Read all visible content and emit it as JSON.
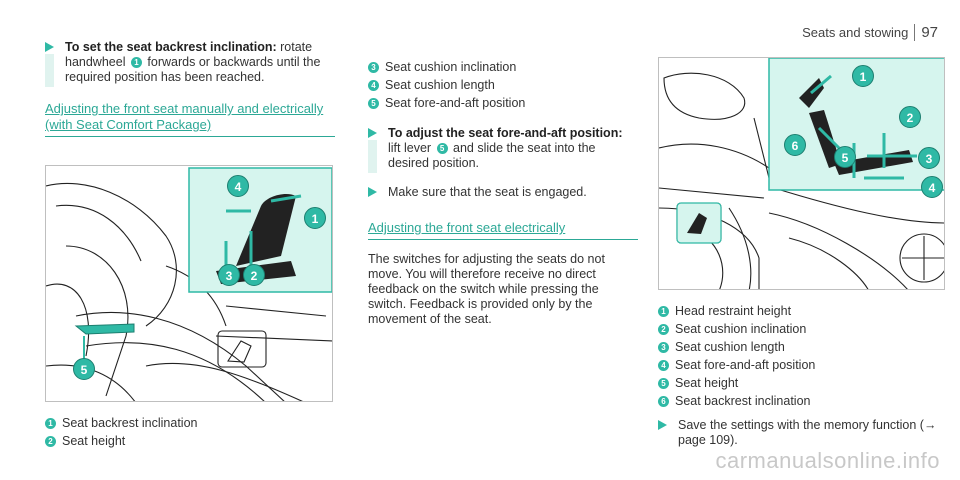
{
  "header": {
    "section": "Seats and stowing",
    "page": "97"
  },
  "col1": {
    "step1": {
      "bold": "To set the seat backrest inclination:",
      "pre": " rotate handwheel ",
      "ref": "1",
      "post": " forwards or backwards until the required position has been reached."
    },
    "subhead": [
      "Adjusting the front seat manually and electrically",
      "(with Seat Comfort Package)"
    ],
    "legend": [
      {
        "num": "1",
        "label": "Seat backrest inclination"
      },
      {
        "num": "2",
        "label": "Seat height"
      }
    ],
    "figure": {
      "callouts": [
        "4",
        "1",
        "3",
        "2",
        "5"
      ]
    }
  },
  "col2": {
    "legend": [
      {
        "num": "3",
        "label": "Seat cushion inclination"
      },
      {
        "num": "4",
        "label": "Seat cushion length"
      },
      {
        "num": "5",
        "label": "Seat fore-and-aft position"
      }
    ],
    "step1": {
      "bold": "To adjust the seat fore-and-aft position:",
      "pre": " lift lever ",
      "ref": "5",
      "post": " and slide the seat into the desired position."
    },
    "step2": {
      "text": "Make sure that the seat is engaged."
    },
    "subhead": "Adjusting the front seat electrically",
    "para": "The switches for adjusting the seats do not move. You will therefore receive no direct feedback on the switch while pressing the switch. Feedback is provided only by the movement of the seat."
  },
  "col3": {
    "figure": {
      "callouts": [
        "1",
        "2",
        "6",
        "5",
        "3",
        "4"
      ]
    },
    "legend": [
      {
        "num": "1",
        "label": "Head restraint height"
      },
      {
        "num": "2",
        "label": "Seat cushion inclination"
      },
      {
        "num": "3",
        "label": "Seat cushion length"
      },
      {
        "num": "4",
        "label": "Seat fore-and-aft position"
      },
      {
        "num": "5",
        "label": "Seat height"
      },
      {
        "num": "6",
        "label": "Seat backrest inclination"
      }
    ],
    "step1": {
      "pre": "Save the settings with the memory function (",
      "arrow": "→",
      "post": " page 109)."
    }
  },
  "watermark": "carmanualsonline.info",
  "colors": {
    "accent": "#2fb9a5",
    "panel": "#d6f5ee"
  }
}
